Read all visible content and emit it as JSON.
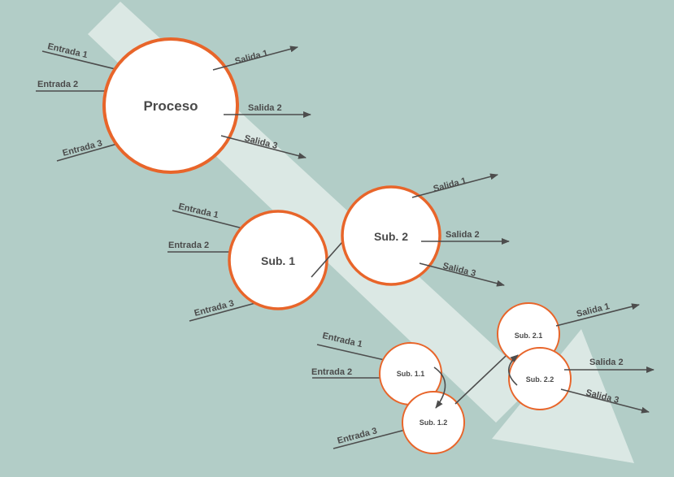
{
  "colors": {
    "background": "#b2cdc7",
    "band": "#dbe8e4",
    "circle_stroke": "#e8652a",
    "circle_fill": "#ffffff",
    "arrow": "#4d4d4d",
    "text": "#4a4a4a"
  },
  "main": {
    "title": "Proceso",
    "inputs": [
      "Entrada 1",
      "Entrada 2",
      "Entrada 3"
    ],
    "outputs": [
      "Salida 1",
      "Salida 2",
      "Salida 3"
    ]
  },
  "level1": {
    "sub1": {
      "title": "Sub. 1",
      "inputs": [
        "Entrada 1",
        "Entrada 2",
        "Entrada 3"
      ]
    },
    "sub2": {
      "title": "Sub. 2",
      "outputs": [
        "Salida 1",
        "Salida 2",
        "Salida 3"
      ]
    }
  },
  "level2": {
    "sub11": {
      "title": "Sub. 1.1",
      "inputs": [
        "Entrada 1",
        "Entrada 2"
      ]
    },
    "sub12": {
      "title": "Sub. 1.2",
      "inputs": [
        "Entrada 3"
      ]
    },
    "sub21": {
      "title": "Sub. 2.1",
      "outputs": [
        "Salida 1"
      ]
    },
    "sub22": {
      "title": "Sub. 2.2",
      "outputs": [
        "Salida 2",
        "Salida 3"
      ]
    }
  }
}
